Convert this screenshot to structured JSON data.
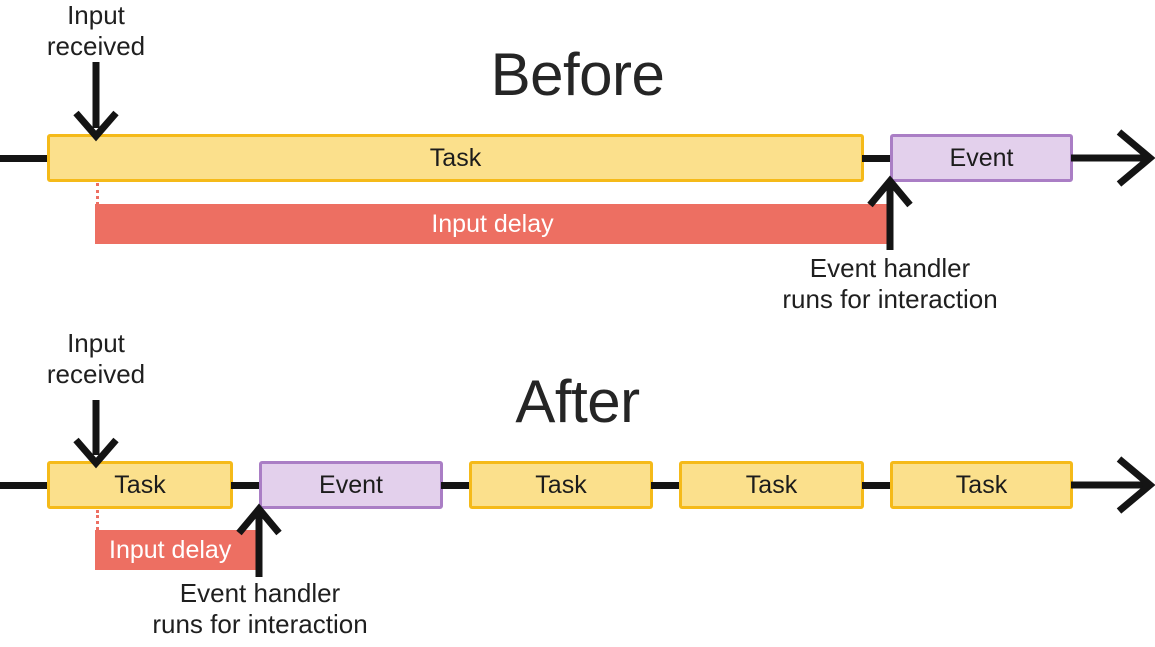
{
  "diagram": {
    "title_before": "Before",
    "title_after": "After",
    "labels": {
      "input_received": "Input\nreceived",
      "event_handler": "Event handler\nruns for interaction",
      "task": "Task",
      "event": "Event",
      "input_delay": "Input delay"
    },
    "colors": {
      "task_fill": "#FBE08C",
      "task_border": "#F5BA19",
      "event_fill": "#E3D0EC",
      "event_border": "#AA7EC5",
      "delay_fill": "#ED6F62",
      "line": "#141414",
      "text": "#1f1f1f"
    },
    "before": {
      "task_label": "Task",
      "event_label": "Event",
      "delay_label": "Input delay",
      "input_received_label": "Input\nreceived",
      "event_handler_label": "Event handler\nruns for interaction"
    },
    "after": {
      "tasks": [
        {
          "label": "Task"
        },
        {
          "label": "Task"
        },
        {
          "label": "Task"
        },
        {
          "label": "Task"
        }
      ],
      "event_label": "Event",
      "delay_label": "Input delay",
      "input_received_label": "Input\nreceived",
      "event_handler_label": "Event handler\nruns for interaction"
    }
  }
}
